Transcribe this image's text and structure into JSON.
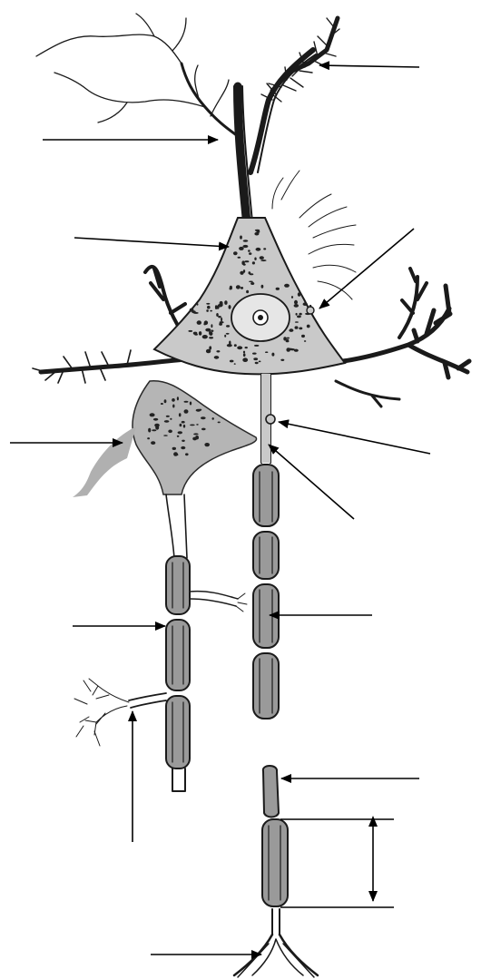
{
  "figure": {
    "subject": "neuron",
    "style": "unlabeled line-art diagram with pointer arrows",
    "ink_color": "#1a1a1a",
    "fill_color": "#c9c9c9",
    "myelin_color": "#9a9a9a",
    "pointer_arrows": 12,
    "measurement_arrows": 1
  }
}
